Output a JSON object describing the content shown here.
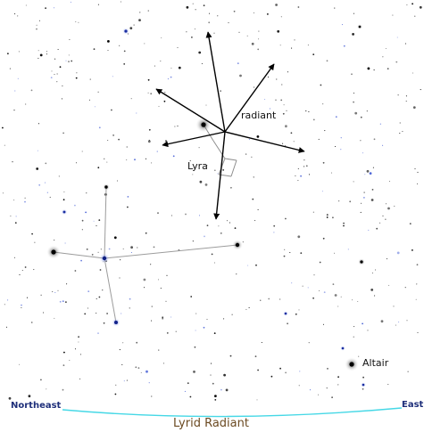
{
  "labels": {
    "radiant": "radiant",
    "lyra": "Lyra",
    "altair": "Altair",
    "northeast": "Northeast",
    "east": "East",
    "caption": "Lyrid Radiant"
  },
  "colors": {
    "background": "#ffffff",
    "stars": "#000000",
    "blue_stars": "#4a63d6",
    "constellation_lines": "#a0a0a0",
    "arrows": "#000000",
    "horizon": "#46d8e6",
    "direction_labels": "#1e2f7a",
    "caption": "#6b4a22"
  },
  "icons": {
    "meteor_streak": "arrow-icon",
    "star": "star-dot"
  }
}
